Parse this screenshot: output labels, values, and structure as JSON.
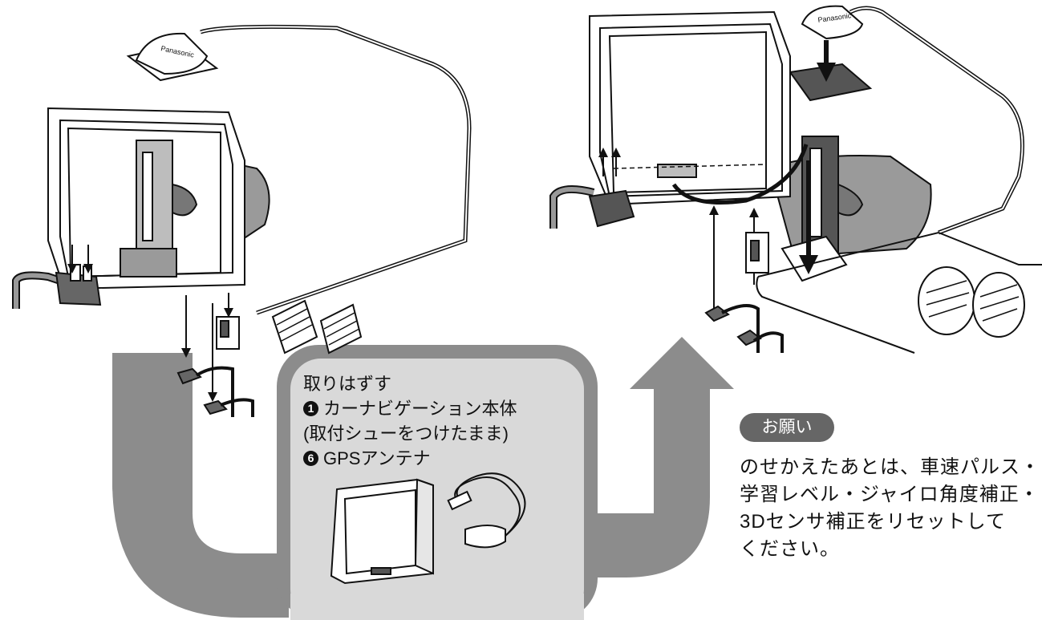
{
  "instruction_box": {
    "heading": "取りはずす",
    "item1_number": "1",
    "item1_label": "カーナビゲーション本体",
    "item1_sub": "(取付シューをつけたまま)",
    "item2_number": "6",
    "item2_label": "GPSアンテナ"
  },
  "note": {
    "badge": "お願い",
    "lines": [
      "のせかえたあとは、車速パルス・",
      "学習レベル・ジャイロ角度補正・",
      "3Dセンサ補正をリセットして",
      "ください。"
    ]
  },
  "illustration": {
    "antenna_brand": "Panasonic"
  },
  "colors": {
    "flow_arrow": "#8c8c8c",
    "box_fill": "#d9d9d9",
    "dash_shade": "#9a9a9a",
    "badge_bg": "#666666"
  }
}
